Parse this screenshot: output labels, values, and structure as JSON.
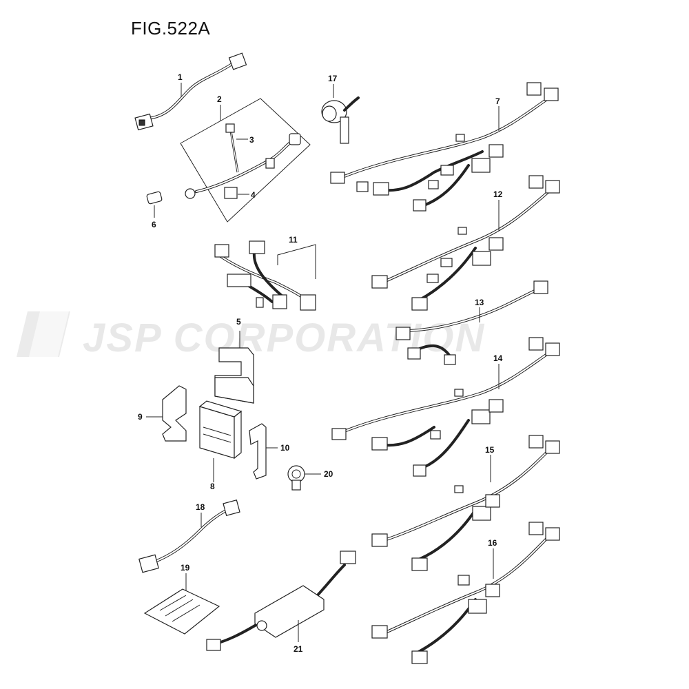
{
  "figure": {
    "title": "FIG.522A"
  },
  "watermark": {
    "text": "JSP CORPORATION"
  },
  "callouts": [
    {
      "id": "c1",
      "label": "1"
    },
    {
      "id": "c2",
      "label": "2"
    },
    {
      "id": "c3",
      "label": "3"
    },
    {
      "id": "c4",
      "label": "4"
    },
    {
      "id": "c5",
      "label": "5"
    },
    {
      "id": "c6",
      "label": "6"
    },
    {
      "id": "c7",
      "label": "7"
    },
    {
      "id": "c8",
      "label": "8"
    },
    {
      "id": "c9",
      "label": "9"
    },
    {
      "id": "c10",
      "label": "10"
    },
    {
      "id": "c11",
      "label": "11"
    },
    {
      "id": "c12",
      "label": "12"
    },
    {
      "id": "c13",
      "label": "13"
    },
    {
      "id": "c14",
      "label": "14"
    },
    {
      "id": "c15",
      "label": "15"
    },
    {
      "id": "c16",
      "label": "16"
    },
    {
      "id": "c17",
      "label": "17"
    },
    {
      "id": "c18",
      "label": "18"
    },
    {
      "id": "c19",
      "label": "19"
    },
    {
      "id": "c20",
      "label": "20"
    },
    {
      "id": "c21",
      "label": "21"
    }
  ]
}
